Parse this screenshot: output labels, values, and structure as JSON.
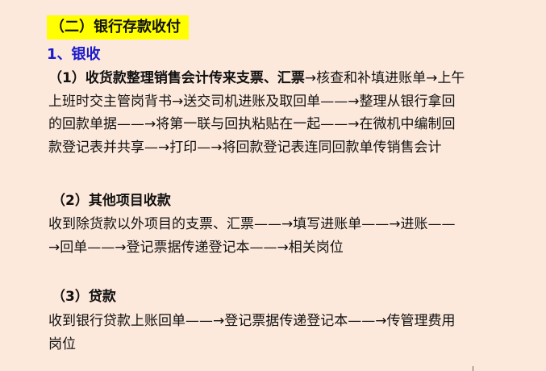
{
  "section_title": "（二）银行存款收付",
  "subsection": "1、银收",
  "items": [
    {
      "heading": "（1）收货款整理销售会计传来支票、汇票",
      "lines": [
        "→核查和补填进账单→上午",
        "上班时交主管岗背书→送交司机进账及取回单——→整理从银行拿回",
        "的回款单据——→将第一联与回执粘贴在一起——→在微机中编制回",
        "款登记表并共享—→打印—→将回款登记表连同回款单传销售会计"
      ]
    },
    {
      "heading": "（2）其他项目收款",
      "lines": [
        "收到除货款以外项目的支票、汇票——→填写进账单——→进账——",
        "→回单——→登记票据传递登记本——→相关岗位"
      ]
    },
    {
      "heading": "（3）贷款",
      "lines": [
        "收到银行贷款上账回单——→登记票据传递登记本——→传管理费用",
        "岗位"
      ]
    }
  ],
  "colors": {
    "background": "#fde9dc",
    "highlight": "#ffff00",
    "subsection": "#1a1acc"
  }
}
